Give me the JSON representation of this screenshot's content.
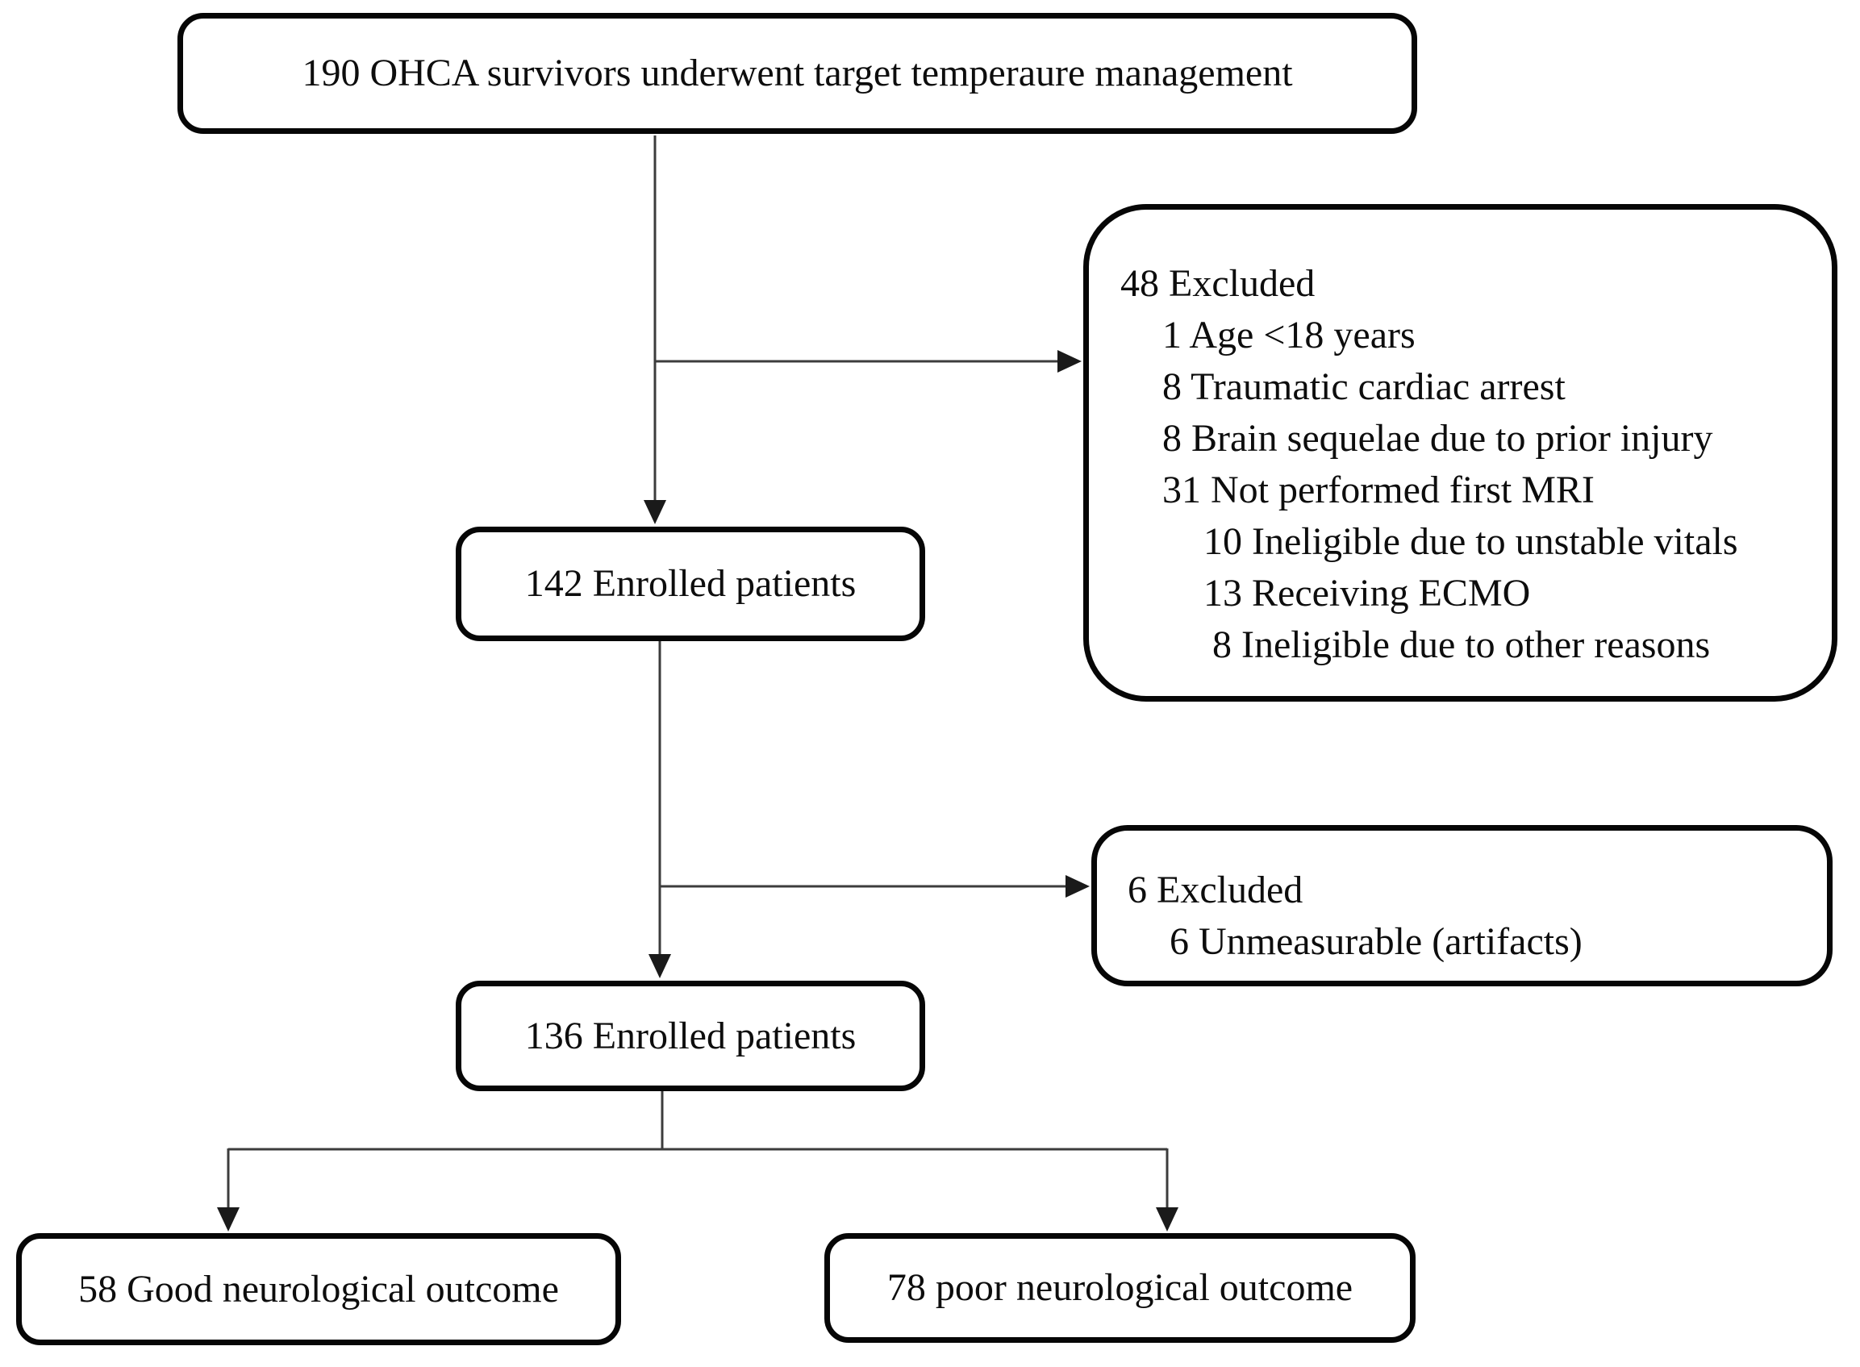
{
  "diagram": {
    "type": "flowchart",
    "nodes": {
      "source": {
        "label": "190 OHCA survivors underwent target temperaure management"
      },
      "excluded_48": {
        "lines": [
          "48 Excluded",
          "1 Age <18 years",
          "8 Traumatic cardiac arrest",
          "8 Brain sequelae due to prior injury",
          "31 Not performed first MRI",
          "10 Ineligible due to unstable vitals",
          "13 Receiving ECMO",
          "8 Ineligible due to other reasons"
        ]
      },
      "enrolled_142": {
        "label": "142 Enrolled patients"
      },
      "excluded_6": {
        "lines": [
          "6 Excluded",
          "6 Unmeasurable (artifacts)"
        ]
      },
      "enrolled_136": {
        "label": "136 Enrolled patients"
      },
      "good_outcome": {
        "label": "58 Good neurological outcome"
      },
      "poor_outcome": {
        "label": "78 poor neurological outcome"
      }
    },
    "edges": [
      {
        "from": "source",
        "to": "enrolled_142",
        "arrow": true
      },
      {
        "from": "source",
        "to": "excluded_48",
        "arrow": true
      },
      {
        "from": "enrolled_142",
        "to": "enrolled_136",
        "arrow": true
      },
      {
        "from": "enrolled_142",
        "to": "excluded_6",
        "arrow": true
      },
      {
        "from": "enrolled_136",
        "to": "good_outcome",
        "arrow": true
      },
      {
        "from": "enrolled_136",
        "to": "poor_outcome",
        "arrow": true
      }
    ],
    "colors": {
      "background": "#ffffff",
      "box_border": "#060606",
      "connector_line": "#3c3c3c",
      "arrowhead": "#1a1a1a",
      "text": "#0d0d0d"
    }
  }
}
